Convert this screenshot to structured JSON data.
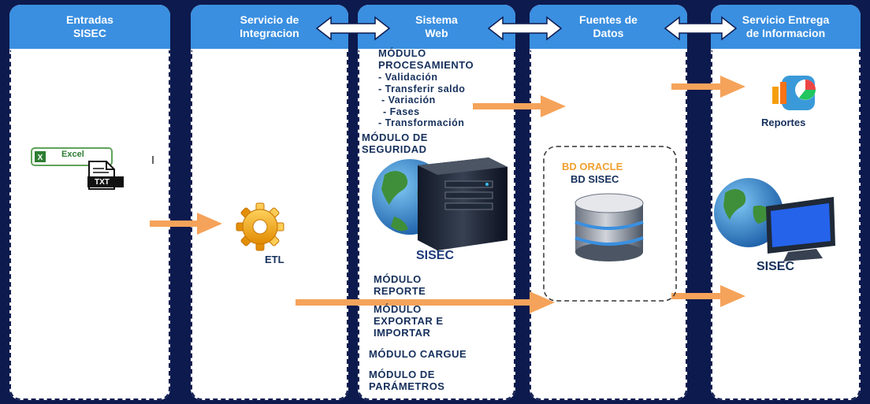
{
  "lanes": [
    {
      "line1": "Entradas",
      "line2": "SISEC"
    },
    {
      "line1": "Servicio de",
      "line2": "Integracion"
    },
    {
      "line1": "Sistema",
      "line2": "Web"
    },
    {
      "line1": "Fuentes de",
      "line2": "Datos"
    },
    {
      "line1": "Servicio Entrega",
      "line2": "de Informacion"
    }
  ],
  "inputs": {
    "excel_label": "Excel",
    "txt_label": "TXT"
  },
  "integration": {
    "etl_label": "ETL"
  },
  "web": {
    "processing_title_1": "MÓDULO",
    "processing_title_2": "PROCESAMIENTO",
    "processing_items": [
      "- Validación",
      "- Transferir saldo",
      "- Variación",
      "- Fases",
      "- Transformación"
    ],
    "security_1": "MÓDULO DE",
    "security_2": "SEGURIDAD",
    "server_label": "SISEC",
    "report_1": "MÓDULO",
    "report_2": "REPORTE",
    "export_1": "MÓDULO",
    "export_2": "EXPORTAR E",
    "export_3": "IMPORTAR",
    "load": "MÓDULO CARGUE",
    "params_1": "MÓDULO DE",
    "params_2": "PARÁMETROS"
  },
  "data_sources": {
    "db_oracle": "BD ORACLE",
    "db_sisec": "BD SISEC"
  },
  "delivery": {
    "reports_label": "Reportes",
    "client_label": "SISEC"
  },
  "colors": {
    "navy": "#0c1a4e",
    "header_blue": "#3a8fe0",
    "arrow_orange": "#f5a35a",
    "text_dark": "#16305c",
    "oracle_orange": "#f0a030"
  }
}
